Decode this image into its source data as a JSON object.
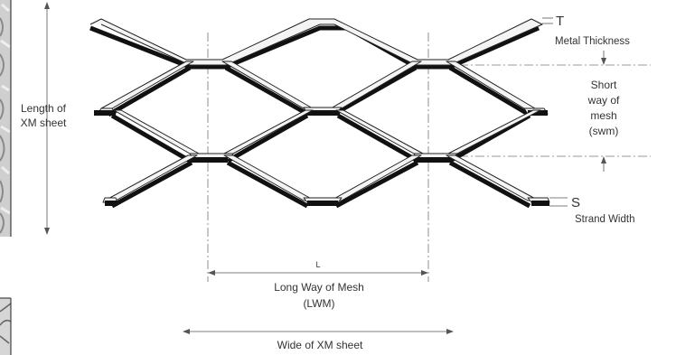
{
  "labels": {
    "length_sheet_line1": "Length of",
    "length_sheet_line2": "XM sheet",
    "thickness_symbol": "T",
    "thickness_label": "Metal Thickness",
    "swm_line1": "Short",
    "swm_line2": "way of",
    "swm_line3": "mesh",
    "swm_line4": "(swm)",
    "strand_symbol": "S",
    "strand_label": "Strand Width",
    "lwm_symbol": "L",
    "lwm_line1": "Long Way of Mesh",
    "lwm_line2": "(LWM)",
    "width_sheet": "Wide of XM sheet"
  },
  "colors": {
    "strand_dark": "#111111",
    "strand_face": "#f4f4f4",
    "dimension": "#555555",
    "text": "#333333"
  }
}
